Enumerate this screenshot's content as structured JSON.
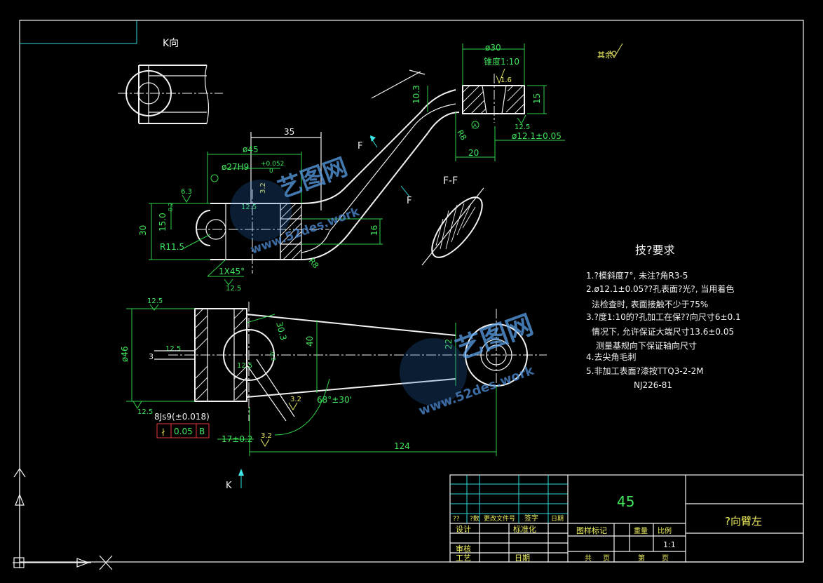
{
  "view_label_k": "K向",
  "view_label_ff": "F-F",
  "section_marks": {
    "f_upper": "F",
    "f_lower": "F",
    "k_arrow": "K"
  },
  "surface_roughness_note": "其余",
  "dims": {
    "d30": "ø30",
    "taper": "锥度1:10",
    "d16_small": "1.6",
    "d10_3": "10.3",
    "d15": "15",
    "r8_top": "R8",
    "r12_5_top": "12.5",
    "d12_1": "ø12.1±0.05",
    "d20": "20",
    "d35": "35",
    "d45": "ø45",
    "d27h9": "ø27H9",
    "tol_upper": "+0.052",
    "tol_lower": "0",
    "r6_3": "6.3",
    "r3_2_a": "3.2",
    "r12_5_mid": "12.5",
    "d30_left": "30",
    "d15_0": "15.0",
    "d15_tol": "-0.2",
    "r11_5": "R11.5",
    "d16": "16",
    "r8_bottom": "R8",
    "chamfer": "1X45°",
    "r12_5_chamfer": "12.5",
    "r12_5_b1": "12.5",
    "d46": "ø46",
    "r12_5_b2": "12.5",
    "d3": "3",
    "r12_5_b3": "12.5",
    "d30_3": "30.3",
    "d30_3_tol": "-0.2",
    "d40": "40",
    "d22": "22",
    "r3_2_b": "3.2",
    "angle": "68°±30'",
    "r12_5_b4": "12.5",
    "js9": "8Js9(±0.018)",
    "sym_tol": "0.05",
    "datum": "B",
    "d17": "17±0.2",
    "r3_2_c": "3.2",
    "d124": "124",
    "datum_a": "A"
  },
  "tech_req": {
    "title": "技?要求",
    "lines": [
      "1.?模斜度7°, 未注?角R3-5",
      "2.ø12.1±0.05??孔表面?光?, 当用着色",
      "法检查时, 表面接触不少于75%",
      "3.?度1:10的?孔加工在保??向尺寸6±0.1",
      "情况下, 允许保证大端尺寸13.6±0.05",
      "测量基规向下保证轴向尺寸",
      "4.去尖角毛刺",
      "5.非加工表面?漆按TTQ3-2-2M",
      "NJ226-81"
    ]
  },
  "title_block": {
    "material": "45",
    "part_name": "?向臂左",
    "scale": "1:1",
    "labels": {
      "mark": "??",
      "count": "?数",
      "change_doc": "更改文件号",
      "sign": "签字",
      "date": "日期",
      "design": "设计",
      "standard": "标准化",
      "stage_mark": "图样标记",
      "weight": "重量",
      "ratio": "比例",
      "review": "审核",
      "process": "工艺",
      "date2": "日期",
      "total": "共",
      "page": "页",
      "sheet": "第",
      "page2": "页"
    }
  },
  "watermark": {
    "cn": "艺图网",
    "url": "www.52des.work"
  },
  "colors": {
    "background": "#000000",
    "outline": "#f2f2f2",
    "dimension": "#3ee65c",
    "leader": "#3ee6e6",
    "annotation": "#f0f060"
  }
}
